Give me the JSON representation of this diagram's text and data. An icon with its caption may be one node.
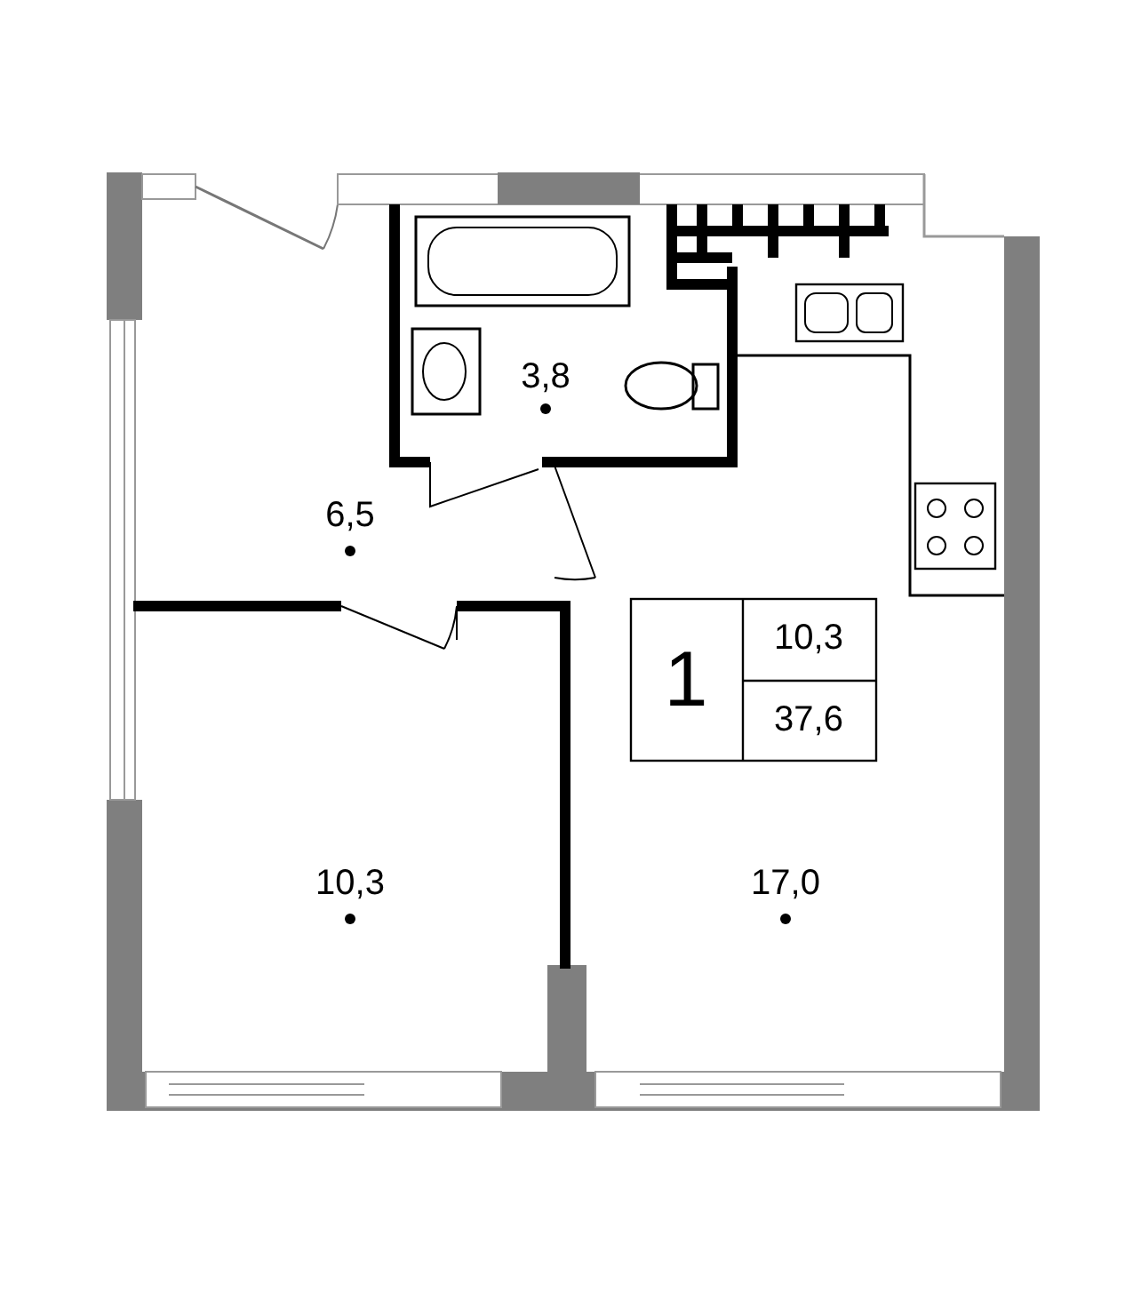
{
  "diagram": {
    "labels": [
      "3,8",
      "6,5",
      "10,3",
      "17,0",
      "1",
      "10,3",
      "37,6"
    ]
  }
}
